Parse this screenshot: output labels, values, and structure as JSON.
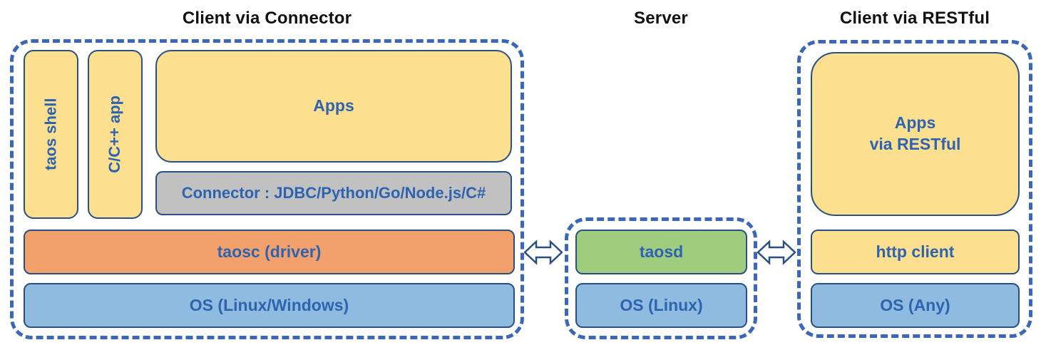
{
  "diagram": {
    "client_connector": {
      "title": "Client via Connector",
      "taos_shell": "taos shell",
      "cpp_app": "C/C++ app",
      "apps": "Apps",
      "connector": "Connector : JDBC/Python/Go/Node.js/C#",
      "taosc": "taosc (driver)",
      "os": "OS (Linux/Windows)"
    },
    "server": {
      "title": "Server",
      "taosd": "taosd",
      "os": "OS (Linux)"
    },
    "client_restful": {
      "title": "Client via RESTful",
      "apps_line1": "Apps",
      "apps_line2": "via RESTful",
      "http_client": "http client",
      "os": "OS (Any)"
    }
  },
  "colors": {
    "yellow": "#FCDF8F",
    "orange": "#F3A16C",
    "blue": "#8FBBE0",
    "green": "#A0CC7F",
    "gray": "#C1C1C1",
    "text_blue": "#2E63B0",
    "border_navy": "#2A5082",
    "dash_blue": "#3A67BA",
    "title_black": "#111111"
  }
}
